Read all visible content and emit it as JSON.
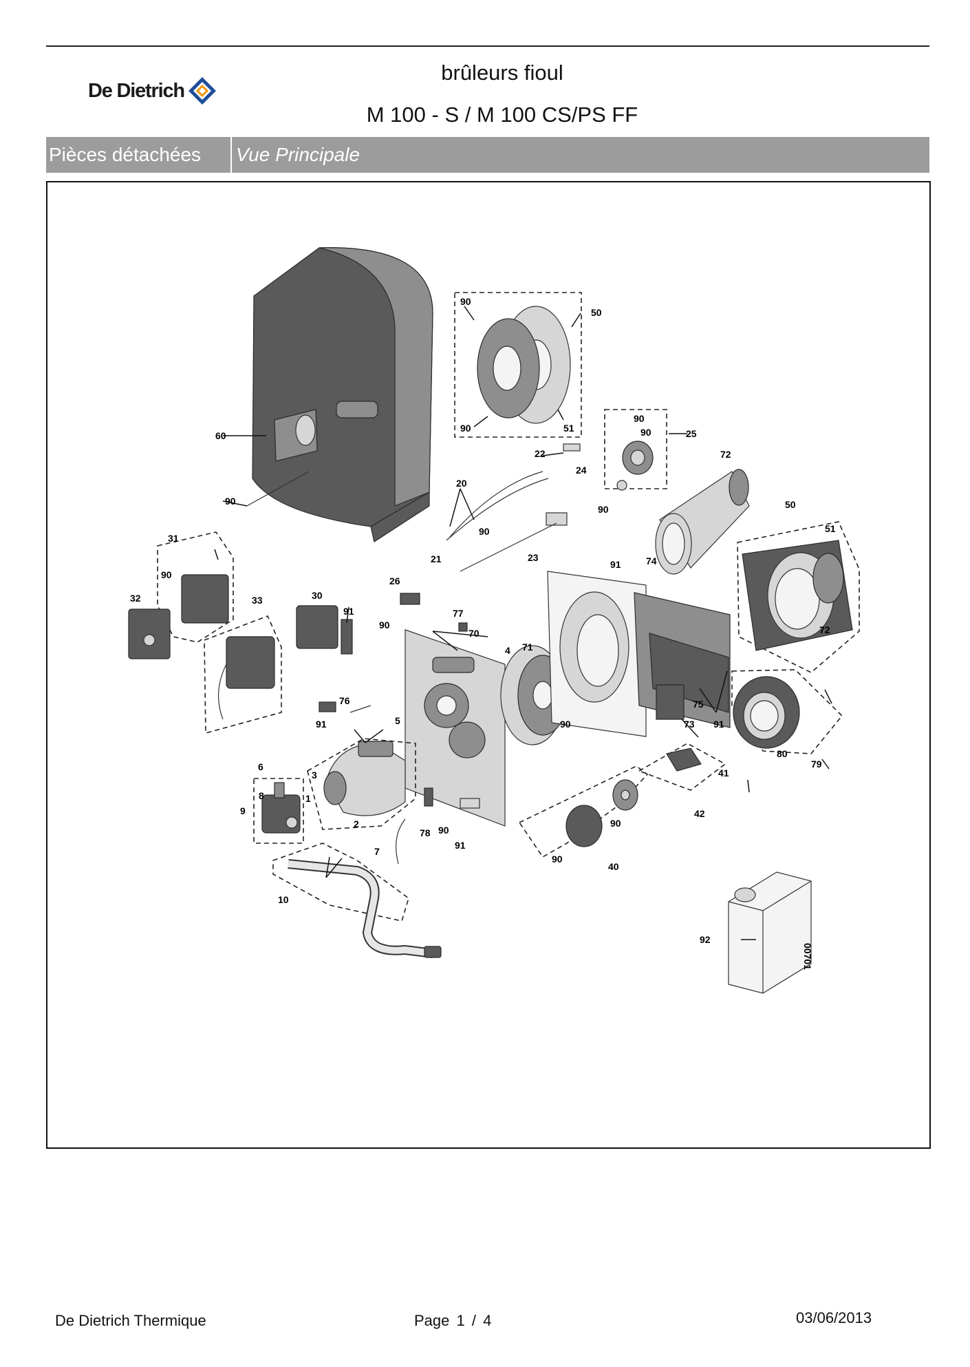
{
  "header": {
    "brand": "De Dietrich",
    "title_line1": "brûleurs fioul",
    "title_line2": "M 100 - S / M 100 CS/PS FF"
  },
  "section_bar": {
    "category": "Pièces détachées",
    "view": "Vue Principale"
  },
  "diagram": {
    "callouts": {
      "c90a": "90",
      "c50a": "50",
      "c51a": "51",
      "c90b": "90",
      "c25": "25",
      "c90c": "90",
      "c90d": "90",
      "c72a": "72",
      "c22": "22",
      "c24": "24",
      "c90e": "90",
      "c20": "20",
      "c60": "60",
      "c90f": "90",
      "c90g": "90",
      "c23": "23",
      "c21": "21",
      "c50b": "50",
      "c51b": "51",
      "c72b": "72",
      "c31": "31",
      "c90h": "90",
      "c32": "32",
      "c33": "33",
      "c30": "30",
      "c91a": "91",
      "c26": "26",
      "c77": "77",
      "c90i": "90",
      "c70": "70",
      "c74": "74",
      "c91b": "91",
      "c4": "4",
      "c71": "71",
      "c76": "76",
      "c91c": "91",
      "c5": "5",
      "c90j": "90",
      "c75": "75",
      "c73": "73",
      "c91d": "91",
      "c80": "80",
      "c79": "79",
      "c6": "6",
      "c3": "3",
      "c8": "8",
      "c9": "9",
      "c1": "1",
      "c2": "2",
      "c78": "78",
      "c90k": "90",
      "c91e": "91",
      "c41": "41",
      "c42": "42",
      "c90l": "90",
      "c90m": "90",
      "c40": "40",
      "c7": "7",
      "c10": "10",
      "c92": "92",
      "c_ref": "00701"
    }
  },
  "footer": {
    "company": "De Dietrich Thermique",
    "page_label": "Page",
    "page_current": "1",
    "page_separator": "/",
    "page_total": "4",
    "date": "03/06/2013"
  },
  "colors": {
    "section_bar": "#9c9c9c",
    "logo_orange": "#f39200",
    "logo_blue": "#1f4e9a",
    "part_dark": "#555555",
    "part_light": "#d4d4d4"
  }
}
